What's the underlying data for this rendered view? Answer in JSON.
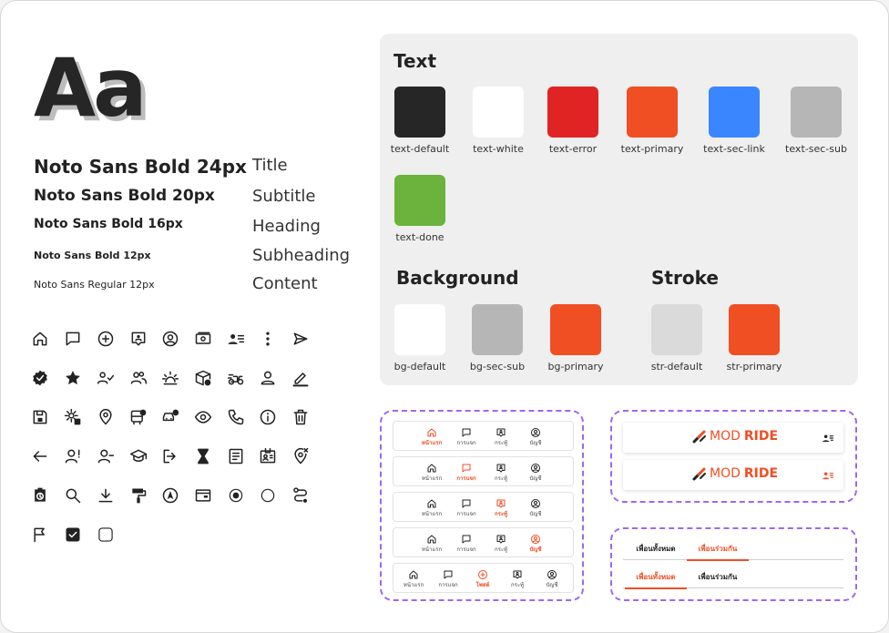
{
  "specimen": {
    "aa": "Aa",
    "rows": [
      {
        "spec": "Noto Sans Bold 24px",
        "role": "Title"
      },
      {
        "spec": "Noto Sans Bold 20px",
        "role": "Subtitle"
      },
      {
        "spec": "Noto Sans Bold 16px",
        "role": "Heading"
      },
      {
        "spec": "Noto Sans Bold 12px",
        "role": "Subheading"
      },
      {
        "spec": "Noto Sans Regular 12px",
        "role": "Content"
      }
    ]
  },
  "icons": [
    "home-icon",
    "chat-icon",
    "plus-circle-icon",
    "message-person-icon",
    "user-circle-icon",
    "money-icon",
    "user-list-icon",
    "more-vertical-icon",
    "send-icon",
    "badge-check-icon",
    "star-icon",
    "users-check-icon",
    "users-icon",
    "alarm-light-icon",
    "box-clock-icon",
    "delivery-scooter-icon",
    "person-icon",
    "edit-icon",
    "save-icon",
    "settings-user-icon",
    "location-pin-icon",
    "bus-clock-icon",
    "car-alert-icon",
    "eye-icon",
    "phone-icon",
    "info-icon",
    "trash-icon",
    "arrow-left-icon",
    "user-alert-icon",
    "user-minus-icon",
    "graduation-cap-icon",
    "logout-icon",
    "hourglass-icon",
    "document-icon",
    "id-card-icon",
    "location-x-icon",
    "clipboard-clock-icon",
    "search-icon",
    "download-icon",
    "paint-roller-icon",
    "navigation-icon",
    "wallet-icon",
    "radio-checked-icon",
    "radio-unchecked-icon",
    "route-icon",
    "flag-icon",
    "checkbox-checked-icon",
    "checkbox-unchecked-icon"
  ],
  "palette": {
    "text_title": "Text",
    "text_swatches": [
      {
        "label": "text-default",
        "color": "#262626"
      },
      {
        "label": "text-white",
        "color": "#ffffff"
      },
      {
        "label": "text-error",
        "color": "#e02424"
      },
      {
        "label": "text-primary",
        "color": "#f04e23"
      },
      {
        "label": "text-sec-link",
        "color": "#3a86ff"
      },
      {
        "label": "text-sec-sub",
        "color": "#b6b6b6"
      },
      {
        "label": "text-done",
        "color": "#6bb33c"
      }
    ],
    "bg_title": "Background",
    "bg_swatches": [
      {
        "label": "bg-default",
        "color": "#ffffff"
      },
      {
        "label": "bg-sec-sub",
        "color": "#b6b6b6"
      },
      {
        "label": "bg-primary",
        "color": "#f04e23"
      }
    ],
    "stroke_title": "Stroke",
    "stroke_swatches": [
      {
        "label": "str-default",
        "color": "#dadada"
      },
      {
        "label": "str-primary",
        "color": "#f04e23"
      }
    ]
  },
  "navbars": [
    {
      "items": [
        {
          "label": "หน้าแรก",
          "icon": "home-icon"
        },
        {
          "label": "การแจก",
          "icon": "chat-icon"
        },
        {
          "label": "กระทู้",
          "icon": "message-person-icon"
        },
        {
          "label": "บัญชี",
          "icon": "user-circle-icon"
        }
      ],
      "active": 0
    },
    {
      "items": [
        {
          "label": "หน้าแรก",
          "icon": "home-icon"
        },
        {
          "label": "การแจก",
          "icon": "chat-icon"
        },
        {
          "label": "กระทู้",
          "icon": "message-person-icon"
        },
        {
          "label": "บัญชี",
          "icon": "user-circle-icon"
        }
      ],
      "active": 1
    },
    {
      "items": [
        {
          "label": "หน้าแรก",
          "icon": "home-icon"
        },
        {
          "label": "การแจก",
          "icon": "chat-icon"
        },
        {
          "label": "กระทู้",
          "icon": "message-person-icon"
        },
        {
          "label": "บัญชี",
          "icon": "user-circle-icon"
        }
      ],
      "active": 2
    },
    {
      "items": [
        {
          "label": "หน้าแรก",
          "icon": "home-icon"
        },
        {
          "label": "การแจก",
          "icon": "chat-icon"
        },
        {
          "label": "กระทู้",
          "icon": "message-person-icon"
        },
        {
          "label": "บัญชี",
          "icon": "user-circle-icon"
        }
      ],
      "active": 3
    },
    {
      "items": [
        {
          "label": "หน้าแรก",
          "icon": "home-icon"
        },
        {
          "label": "การแจก",
          "icon": "chat-icon"
        },
        {
          "label": "โพสต์",
          "icon": "plus-circle-icon"
        },
        {
          "label": "กระทู้",
          "icon": "message-person-icon"
        },
        {
          "label": "บัญชี",
          "icon": "user-circle-icon"
        }
      ],
      "active": 2
    }
  ],
  "headers": [
    {
      "brand_mod": "MOD",
      "brand_ride": "RIDE",
      "icon": "user-list-icon",
      "icon_color": "#222222"
    },
    {
      "brand_mod": "MOD",
      "brand_ride": "RIDE",
      "icon": "user-list-icon",
      "icon_color": "#f04e23"
    }
  ],
  "tabs": [
    {
      "items": [
        "เพื่อนทั้งหมด",
        "เพื่อนร่วมกัน"
      ],
      "active": 1
    },
    {
      "items": [
        "เพื่อนทั้งหมด",
        "เพื่อนร่วมกัน"
      ],
      "active": 0
    }
  ],
  "colors": {
    "accent": "#f04e23",
    "dash": "#a066f0",
    "ink": "#222222"
  }
}
